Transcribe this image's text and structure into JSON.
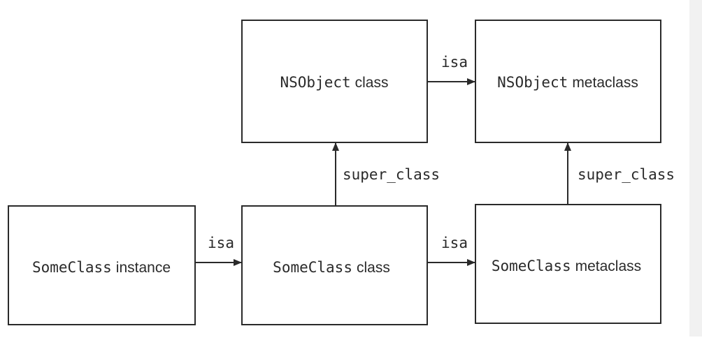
{
  "nodes": {
    "nsobject_class": {
      "code": "NSObject",
      "word": "class"
    },
    "nsobject_metaclass": {
      "code": "NSObject",
      "word": "metaclass"
    },
    "someclass_instance": {
      "code": "SomeClass",
      "word": "instance"
    },
    "someclass_class": {
      "code": "SomeClass",
      "word": "class"
    },
    "someclass_metaclass": {
      "code": "SomeClass",
      "word": "metaclass"
    }
  },
  "edges": {
    "instance_isa": "isa",
    "class_isa": "isa",
    "nsobject_isa": "isa",
    "class_super": "super_class",
    "metaclass_super": "super_class"
  },
  "colors": {
    "stroke": "#2a2a2a",
    "text": "#2a2a2a",
    "background": "#ffffff",
    "edge_strip": "#f1f1f1"
  }
}
